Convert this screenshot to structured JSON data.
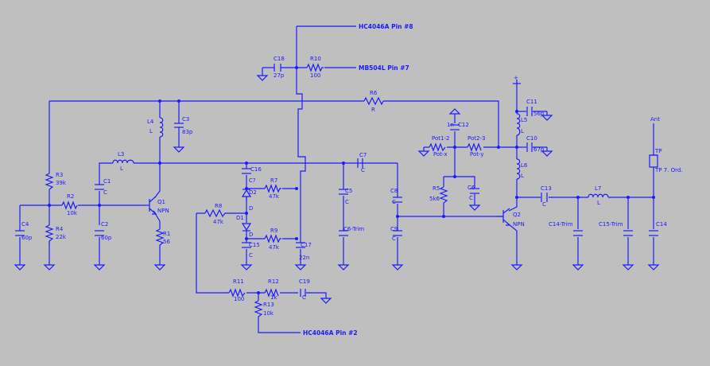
{
  "net_labels": {
    "hc_pin8": "HC4046A Pin #8",
    "mb_pin7": "MB504L Pin #7",
    "hc_pin2": "HC4046A Pin #2",
    "vplus": "+",
    "ant": "Ant"
  },
  "components": {
    "C18": {
      "name": "C18",
      "value": "27p"
    },
    "R10": {
      "name": "R10",
      "value": "100"
    },
    "R6": {
      "name": "R6",
      "value": "R"
    },
    "L4": {
      "name": "L4",
      "value": "L"
    },
    "C3": {
      "name": "C3",
      "value": "83p"
    },
    "L3": {
      "name": "L3",
      "value": "L"
    },
    "C1": {
      "name": "C1",
      "value": "C"
    },
    "R3": {
      "name": "R3",
      "value": "39k"
    },
    "R2": {
      "name": "R2",
      "value": "10k"
    },
    "C4": {
      "name": "C4",
      "value": "60p"
    },
    "R4": {
      "name": "R4",
      "value": "22k"
    },
    "C2": {
      "name": "C2",
      "value": "60p"
    },
    "Q1": {
      "name": "Q1",
      "value": "NPN"
    },
    "R1": {
      "name": "R1",
      "value": "56"
    },
    "C16": {
      "name": "C16",
      "value": "C?"
    },
    "D2": {
      "name": "D2",
      "value": "D"
    },
    "D1": {
      "name": "D1",
      "value": "D"
    },
    "R7": {
      "name": "R7",
      "value": "47k"
    },
    "R8": {
      "name": "R8",
      "value": "47k"
    },
    "R9": {
      "name": "R9",
      "value": "47k"
    },
    "C15": {
      "name": "C15",
      "value": "C"
    },
    "C17": {
      "name": "C17",
      "value": "22n"
    },
    "C7": {
      "name": "C7",
      "value": "C"
    },
    "C5": {
      "name": "C5",
      "value": "C"
    },
    "C6T": {
      "name": "C6-Trim",
      "value": ""
    },
    "C8": {
      "name": "C8",
      "value": "C"
    },
    "C9": {
      "name": "C9",
      "value": "C"
    },
    "R11": {
      "name": "R11",
      "value": "100"
    },
    "R12": {
      "name": "R12",
      "value": "1k"
    },
    "R13": {
      "name": "R13",
      "value": "10k"
    },
    "C19": {
      "name": "C19",
      "value": "C"
    },
    "C12": {
      "name": "C12",
      "value": "1n"
    },
    "P12": {
      "name": "Pot1-2",
      "value": "Pot-x"
    },
    "P23": {
      "name": "Pot2-3",
      "value": "Pot-y"
    },
    "R5": {
      "name": "R5",
      "value": "5k6"
    },
    "C6": {
      "name": "C6",
      "value": "C"
    },
    "L5": {
      "name": "L5",
      "value": "L"
    },
    "C11": {
      "name": "C11",
      "value": "56p"
    },
    "C10": {
      "name": "C10",
      "value": "67p"
    },
    "L6": {
      "name": "L6",
      "value": "L"
    },
    "Q2": {
      "name": "Q2",
      "value": "NPN"
    },
    "C13": {
      "name": "C13",
      "value": "C"
    },
    "C14T": {
      "name": "C14-Trim",
      "value": ""
    },
    "L7": {
      "name": "L7",
      "value": "L"
    },
    "C15T": {
      "name": "C15-Trim",
      "value": ""
    },
    "C14": {
      "name": "C14",
      "value": ""
    },
    "TP": {
      "name": "TP",
      "value": "TP 7. Ord."
    }
  }
}
